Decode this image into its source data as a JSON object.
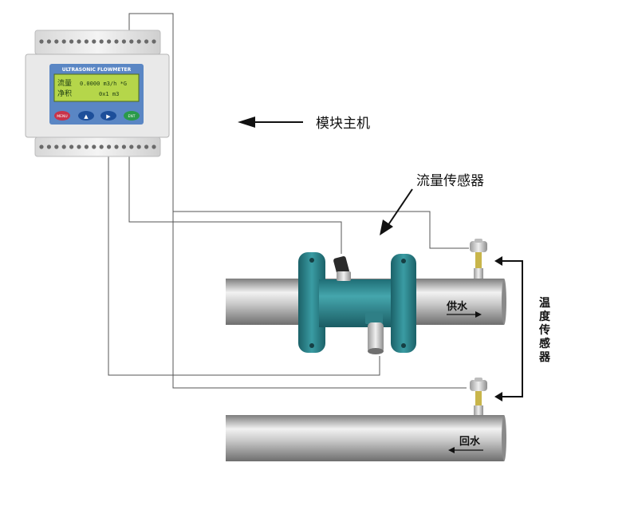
{
  "module": {
    "panel_title": "ULTRASONIC FLOWMETER",
    "lcd_line1_label": "流量",
    "lcd_line1_value": "0.0000 m3/h *G",
    "lcd_line2_label": "净积",
    "lcd_line2_value": "0x1 m3",
    "buttons": {
      "menu": "MENU",
      "up": "▲",
      "right": "▶",
      "ent": "ENT"
    }
  },
  "labels": {
    "module_host": "模块主机",
    "flow_sensor": "流量传感器",
    "supply_water": "供水",
    "return_water": "回水",
    "temp_sensor": [
      "温",
      "度",
      "传",
      "感",
      "器"
    ]
  },
  "colors": {
    "pipe": "#9a9a9a",
    "flange": "#2b8a92",
    "lcd": "#b5d64a",
    "wire": "#555555"
  }
}
